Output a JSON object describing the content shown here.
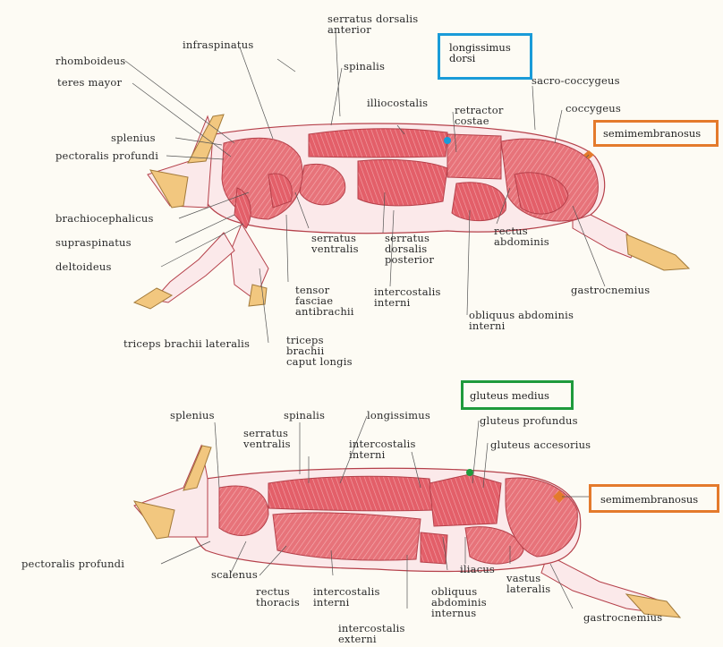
{
  "top_labels": {
    "serratus_dorsalis_anterior": "serratus dorsalis\nanterior",
    "infraspinatus": "infraspinatus",
    "rhomboideus": "rhomboideus",
    "teres_mayor": "teres mayor",
    "spinalis": "spinalis",
    "illiocostalis": "illiocostalis",
    "retractor_costae": "retractor\ncostae",
    "sacro_coccygeus": "sacro-coccygeus",
    "coccygeus": "coccygeus",
    "splenius": "splenius",
    "pectoralis_profundi": "pectoralis profundi",
    "brachiocephalicus": "brachiocephalicus",
    "supraspinatus": "supraspinatus",
    "deltoideus": "deltoideus",
    "serratus_ventralis": "serratus\nventralis",
    "serratus_dorsalis_posterior": "serratus\ndorsalis\nposterior",
    "rectus_abdominis": "rectus\nabdominis",
    "gastrocnemius": "gastrocnemius",
    "tensor_fasciae": "tensor\nfasciae\nantibrachii",
    "intercostalis_interni": "intercostalis\ninterni",
    "obliquus_abdominis_interni": "obliquus abdominis\ninterni",
    "triceps_brachii_lateralis": "triceps brachii lateralis",
    "triceps_caput_longis": "triceps\nbrachii\ncaput longis"
  },
  "bottom_labels": {
    "splenius": "splenius",
    "spinalis": "spinalis",
    "longissimus": "longissimus",
    "serratus_ventralis": "serratus\nventralis",
    "intercostalis_interni": "intercostalis\ninterni",
    "gluteus_profundus": "gluteus profundus",
    "gluteus_accesorius": "gluteus accesorius",
    "pectoralis_profundi": "pectoralis profundi",
    "scalenus": "scalenus",
    "rectus_thoracis": "rectus\nthoracis",
    "intercostalis_interni_2": "intercostalis\ninterni",
    "iliacus": "iliacus",
    "obliquus_abdominis_internus": "obliquus\nabdominis\ninternus",
    "vastus_lateralis": "vastus\nlateralis",
    "gastrocnemius": "gastrocnemius",
    "intercostalis_externi": "intercostalis\nexterni"
  },
  "highlights": {
    "longissimus_dorsi": "longissimus\ndorsi",
    "semimembranosus_top": "semimembranosus",
    "gluteus_medius": "gluteus medius",
    "semimembranosus_bottom": "semimembranosus"
  },
  "colors": {
    "muscle": "#e7737a",
    "muscle_dark": "#c9434e",
    "fat": "#fbe9ea",
    "bone_hoof": "#f2c77f",
    "blue": "#1a9bd8",
    "orange": "#e47a2c",
    "green": "#1f9a3c"
  }
}
